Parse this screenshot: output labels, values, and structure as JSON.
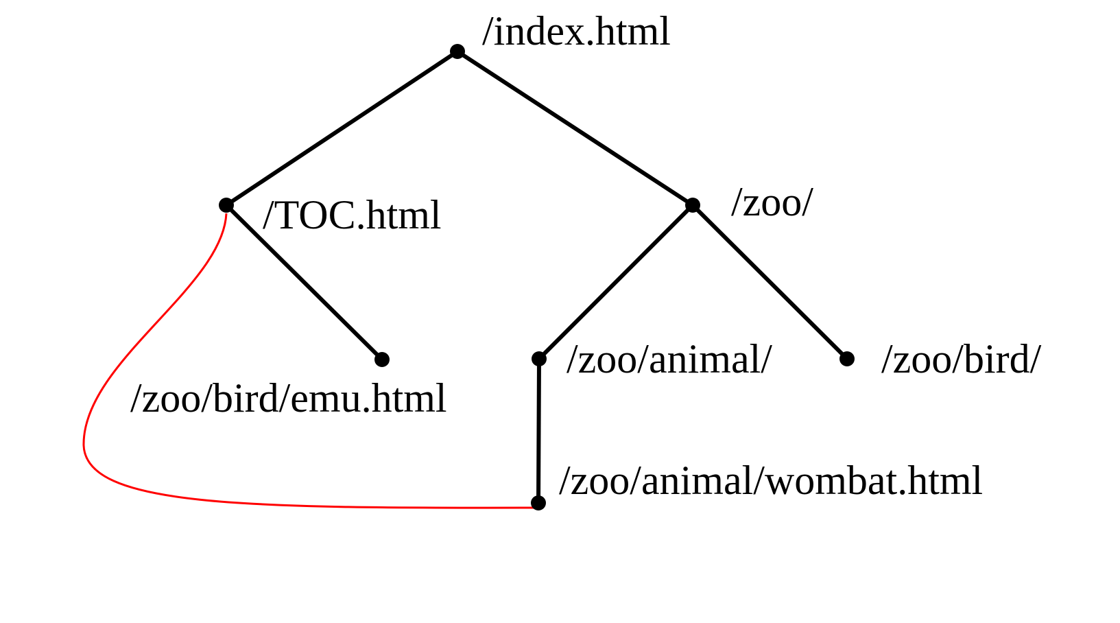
{
  "diagram": {
    "type": "site-tree",
    "colors": {
      "tree": "#000000",
      "cross_link": "#ff0000"
    },
    "nodes": [
      {
        "id": "index",
        "label": "/index.html"
      },
      {
        "id": "toc",
        "label": "/TOC.html"
      },
      {
        "id": "zoo",
        "label": "/zoo/"
      },
      {
        "id": "emu",
        "label": "/zoo/bird/emu.html"
      },
      {
        "id": "animal",
        "label": "/zoo/animal/"
      },
      {
        "id": "bird",
        "label": "/zoo/bird/"
      },
      {
        "id": "wombat",
        "label": "/zoo/animal/wombat.html"
      }
    ],
    "edges": [
      {
        "from": "index",
        "to": "toc"
      },
      {
        "from": "index",
        "to": "zoo"
      },
      {
        "from": "toc",
        "to": "emu"
      },
      {
        "from": "zoo",
        "to": "animal"
      },
      {
        "from": "zoo",
        "to": "bird"
      },
      {
        "from": "animal",
        "to": "wombat"
      }
    ],
    "cross_links": [
      {
        "from": "toc",
        "to": "wombat"
      }
    ]
  }
}
